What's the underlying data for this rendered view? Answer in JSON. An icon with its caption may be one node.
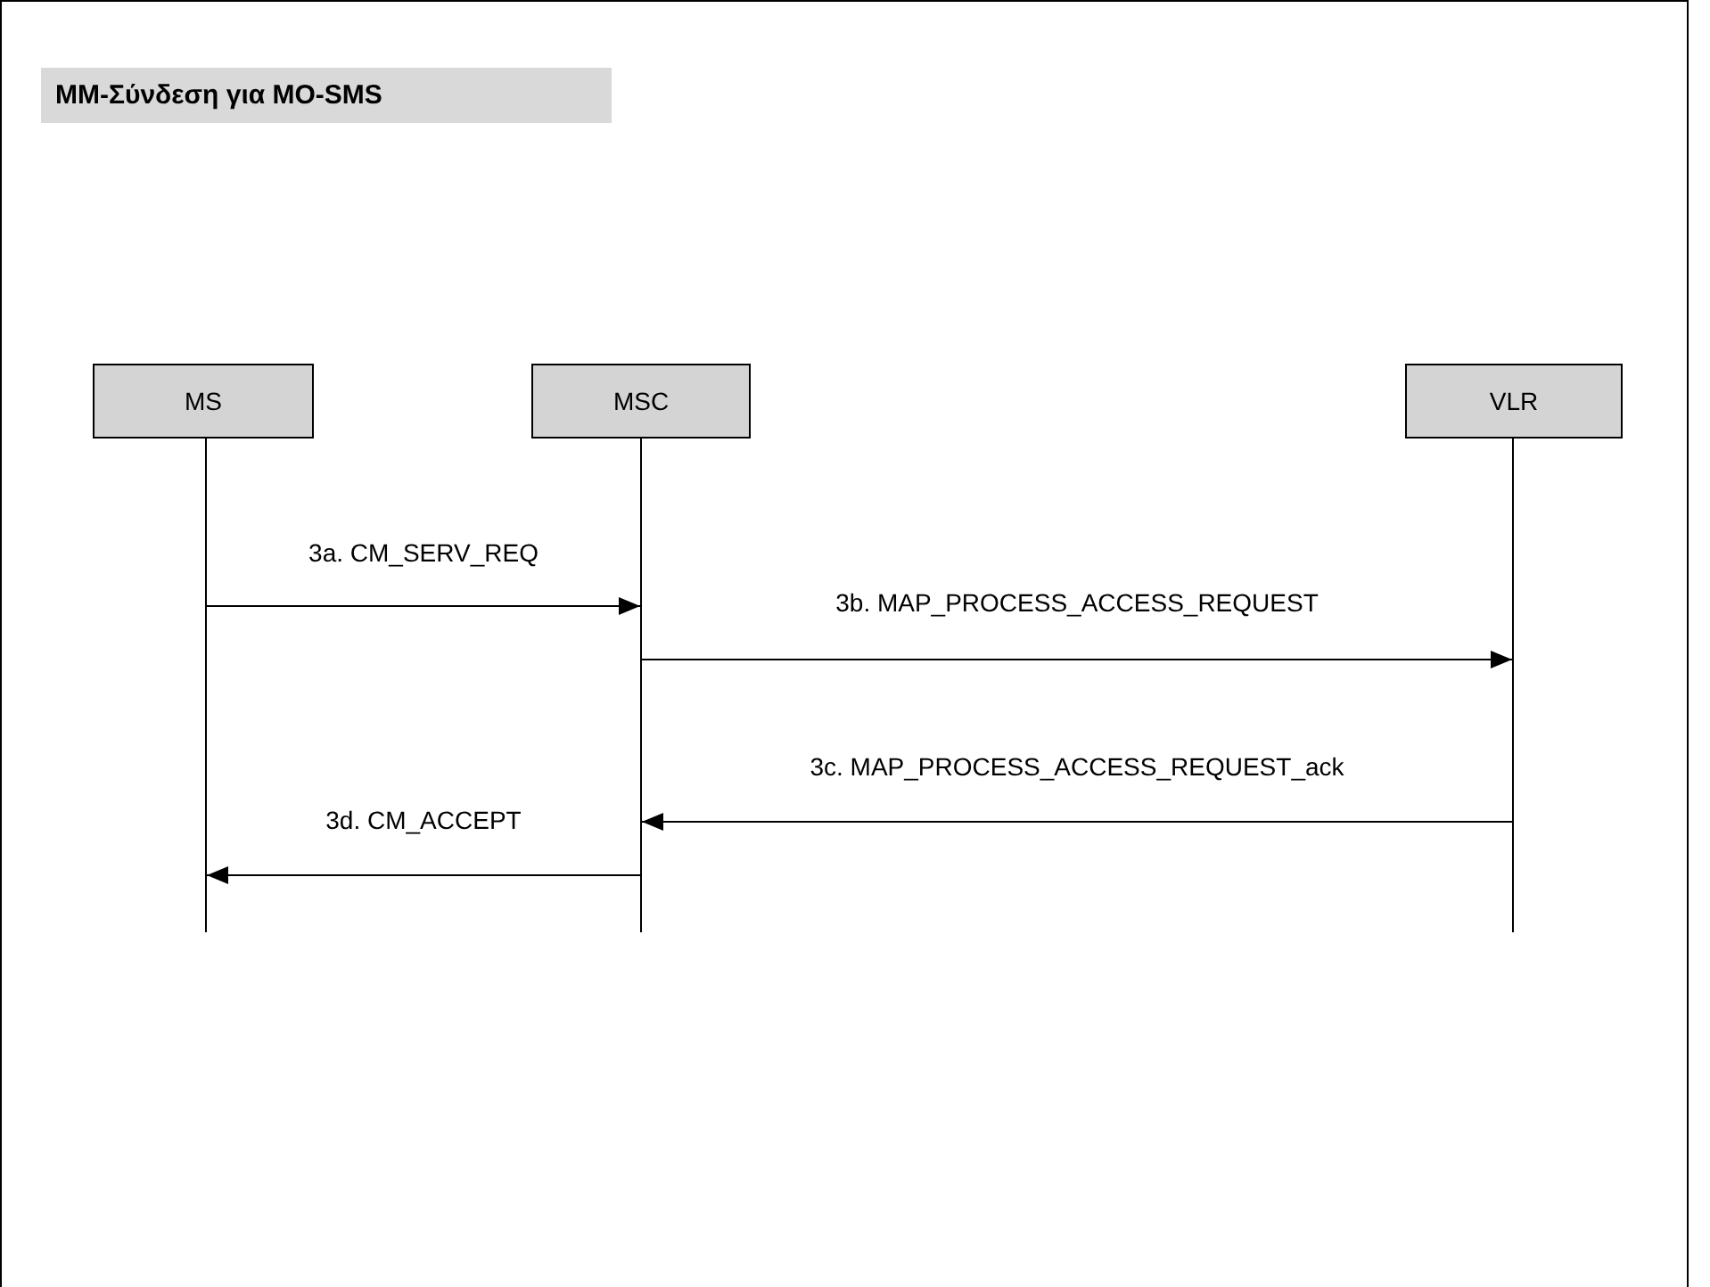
{
  "diagram": {
    "title": "MM-Σύνδεση για MO-SMS",
    "nodes": [
      {
        "text": [
          "MS"
        ]
      },
      {
        "text": [
          "MSC"
        ]
      },
      {
        "text": [
          "VLR"
        ]
      },
      {
        "text": [],
        "shape": "bar"
      },
      {
        "text": [],
        "shape": "bar"
      },
      {
        "text": [],
        "shape": "bar"
      }
    ],
    "edges": [
      {
        "from": 3,
        "to": 4,
        "arrow": "to",
        "label": "3a. CM_SERV_REQ"
      },
      {
        "from": 4,
        "to": 5,
        "arrow": "to",
        "label": "3b. MAP_PROCESS_ACCESS_REQUEST"
      },
      {
        "from": 5,
        "to": 4,
        "arrow": "to",
        "label": "3c. MAP_PROCESS_ACCESS_REQUEST_ack"
      },
      {
        "from": 4,
        "to": 3,
        "arrow": "to",
        "label": "3d. CM_ACCEPT"
      }
    ]
  }
}
